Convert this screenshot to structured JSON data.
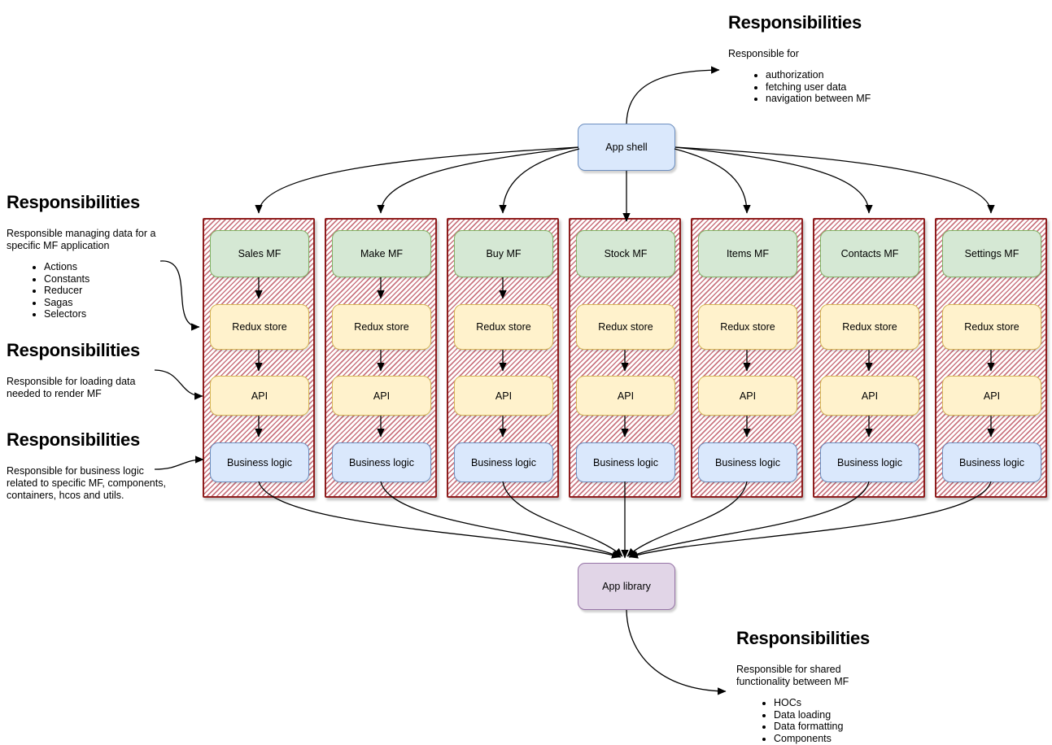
{
  "diagram": {
    "nodes": {
      "app_shell": "App shell",
      "app_library": "App library"
    },
    "columns": [
      {
        "title": "Sales MF",
        "layers": [
          "Redux store",
          "API",
          "Business logic"
        ]
      },
      {
        "title": "Make MF",
        "layers": [
          "Redux store",
          "API",
          "Business logic"
        ]
      },
      {
        "title": "Buy MF",
        "layers": [
          "Redux store",
          "API",
          "Business logic"
        ]
      },
      {
        "title": "Stock MF",
        "layers": [
          "Redux store",
          "API",
          "Business logic"
        ]
      },
      {
        "title": "Items MF",
        "layers": [
          "Redux store",
          "API",
          "Business logic"
        ]
      },
      {
        "title": "Contacts MF",
        "layers": [
          "Redux store",
          "API",
          "Business logic"
        ]
      },
      {
        "title": "Settings MF",
        "layers": [
          "Redux store",
          "API",
          "Business logic"
        ]
      }
    ],
    "annotations": {
      "top_right": {
        "heading": "Responsibilities",
        "intro": "Responsible for",
        "bullets": [
          "authorization",
          "fetching user data",
          "navigation between MF"
        ]
      },
      "left_redux": {
        "heading": "Responsibilities",
        "intro": "Responsible managing data for a specific MF application",
        "bullets": [
          "Actions",
          "Constants",
          "Reducer",
          "Sagas",
          "Selectors"
        ]
      },
      "left_api": {
        "heading": "Responsibilities",
        "intro": "Responsible for loading data needed to render MF",
        "bullets": []
      },
      "left_logic": {
        "heading": "Responsibilities",
        "intro": "Responsible for business logic related to specific MF, components, containers, hcos and utils.",
        "bullets": []
      },
      "bottom_right": {
        "heading": "Responsibilities",
        "intro": "Responsible for shared functionality between MF",
        "bullets": [
          "HOCs",
          "Data loading",
          "Data formatting",
          "Components"
        ]
      }
    },
    "colors": {
      "mf_green_fill": "#d5e8d4",
      "mf_green_border": "#82b366",
      "layer_yellow_fill": "#fff2cc",
      "layer_yellow_border": "#d6b656",
      "logic_blue_fill": "#dae8fc",
      "logic_blue_border": "#6c8ebf",
      "shell_blue_fill": "#dae8fc",
      "shell_blue_border": "#6c8ebf",
      "library_purple_fill": "#e1d5e7",
      "library_purple_border": "#9673a6",
      "hatch_stripe": "#ca7580",
      "column_border": "#8e1d1d",
      "arrow": "#000000"
    }
  }
}
